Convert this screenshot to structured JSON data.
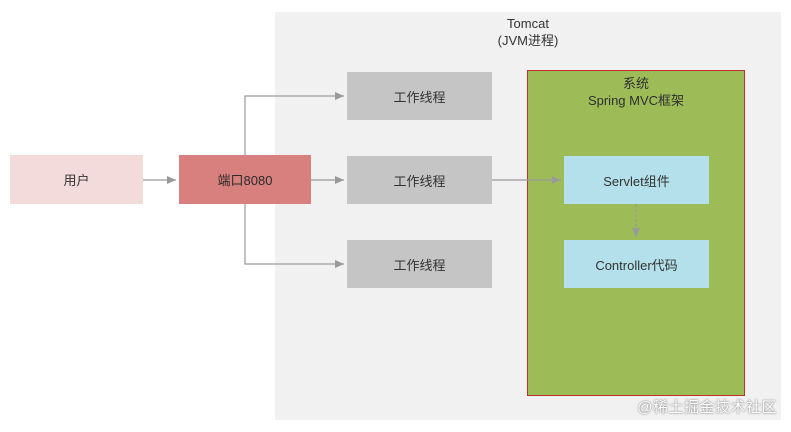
{
  "tomcat": {
    "title": "Tomcat",
    "subtitle": "(JVM进程)"
  },
  "user": {
    "label": "用户"
  },
  "port": {
    "label": "端口8080"
  },
  "workers": [
    {
      "label": "工作线程"
    },
    {
      "label": "工作线程"
    },
    {
      "label": "工作线程"
    }
  ],
  "spring": {
    "title": "系统",
    "subtitle": "Spring MVC框架"
  },
  "servlet": {
    "label": "Servlet组件"
  },
  "controller": {
    "label": "Controller代码"
  },
  "watermark": "@稀土掘金技术社区",
  "colors": {
    "tomcat_bg": "#f1f1f1",
    "user_bg": "#f3dadb",
    "port_bg": "#d8807d",
    "worker_bg": "#c5c5c5",
    "spring_bg": "#9dbc58",
    "spring_border": "#c0302c",
    "component_bg": "#b3e0ea",
    "arrow": "#999999"
  }
}
